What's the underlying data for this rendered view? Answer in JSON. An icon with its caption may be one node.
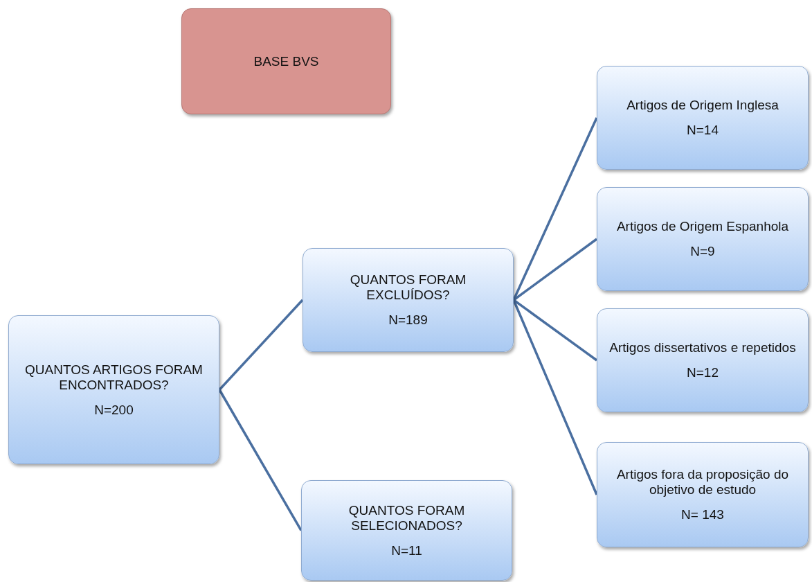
{
  "diagram": {
    "nodes": [
      {
        "text": [
          "BASE BVS"
        ]
      },
      {
        "text": [
          "QUANTOS ARTIGOS FORAM ENCONTRADOS?",
          "N=200"
        ]
      },
      {
        "text": [
          "QUANTOS FORAM EXCLUÍDOS?",
          "N=189"
        ]
      },
      {
        "text": [
          "QUANTOS FORAM SELECIONADOS?",
          "N=11"
        ]
      },
      {
        "text": [
          "Artigos de Origem Inglesa",
          "N=14"
        ]
      },
      {
        "text": [
          "Artigos de Origem Espanhola",
          "N=9"
        ]
      },
      {
        "text": [
          "Artigos dissertativos e repetidos",
          "N=12"
        ]
      },
      {
        "text": [
          "Artigos fora da proposição do objetivo de estudo",
          "N= 143"
        ]
      }
    ],
    "edges": [
      {
        "from": 1,
        "to": 2,
        "arrow": "none"
      },
      {
        "from": 1,
        "to": 3,
        "arrow": "none"
      },
      {
        "from": 2,
        "to": 4,
        "arrow": "none"
      },
      {
        "from": 2,
        "to": 5,
        "arrow": "none"
      },
      {
        "from": 2,
        "to": 6,
        "arrow": "none"
      },
      {
        "from": 2,
        "to": 7,
        "arrow": "none"
      }
    ]
  }
}
